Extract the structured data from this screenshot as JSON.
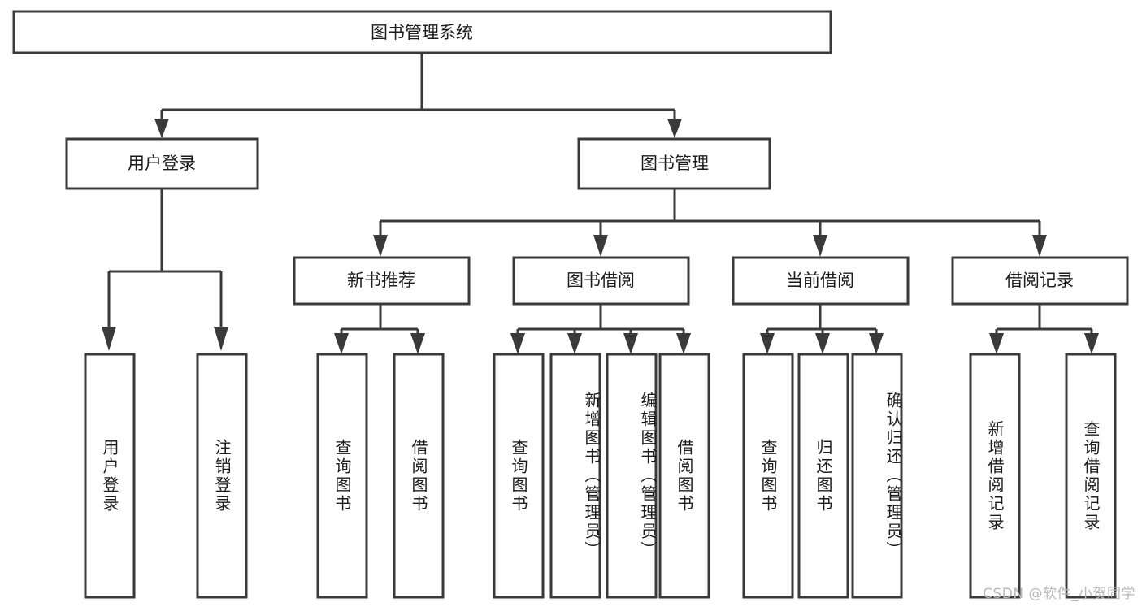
{
  "diagram": {
    "type": "tree-hierarchy",
    "title_node": {
      "id": "root",
      "label": "图书管理系统"
    },
    "level2": [
      {
        "id": "user-login",
        "label": "用户登录"
      },
      {
        "id": "book-management",
        "label": "图书管理"
      }
    ],
    "level3": [
      {
        "id": "new-book-recommend",
        "label": "新书推荐",
        "parent": "book-management"
      },
      {
        "id": "book-borrow",
        "label": "图书借阅",
        "parent": "book-management"
      },
      {
        "id": "current-borrow",
        "label": "当前借阅",
        "parent": "book-management"
      },
      {
        "id": "borrow-record",
        "label": "借阅记录",
        "parent": "book-management"
      }
    ],
    "leaves": [
      {
        "id": "leaf-user-login",
        "label": "用户登录",
        "parent": "user-login"
      },
      {
        "id": "leaf-logout-login",
        "label": "注销登录",
        "parent": "user-login"
      },
      {
        "id": "leaf-query-book-1",
        "label": "查询图书",
        "parent": "new-book-recommend"
      },
      {
        "id": "leaf-borrow-book-1",
        "label": "借阅图书",
        "parent": "new-book-recommend"
      },
      {
        "id": "leaf-query-book-2",
        "label": "查询图书",
        "parent": "book-borrow"
      },
      {
        "id": "leaf-add-book",
        "label": "新增图书（管理员）",
        "parent": "book-borrow"
      },
      {
        "id": "leaf-edit-book",
        "label": "编辑图书（管理员）",
        "parent": "book-borrow"
      },
      {
        "id": "leaf-borrow-book-2",
        "label": "借阅图书",
        "parent": "book-borrow"
      },
      {
        "id": "leaf-query-book-3",
        "label": "查询图书",
        "parent": "current-borrow"
      },
      {
        "id": "leaf-return-book",
        "label": "归还图书",
        "parent": "current-borrow"
      },
      {
        "id": "leaf-confirm-return",
        "label": "确认归还（管理员）",
        "parent": "current-borrow"
      },
      {
        "id": "leaf-add-record",
        "label": "新增借阅记录",
        "parent": "borrow-record"
      },
      {
        "id": "leaf-query-record",
        "label": "查询借阅记录",
        "parent": "borrow-record"
      }
    ]
  },
  "watermark": {
    "text": "CSDN @软件_小贺同学"
  },
  "colors": {
    "stroke": "#3a3a3a",
    "box_fill": "#fefefe",
    "text": "#1c1c1c",
    "background": "#ffffff",
    "watermark": "#b9b9b9"
  }
}
